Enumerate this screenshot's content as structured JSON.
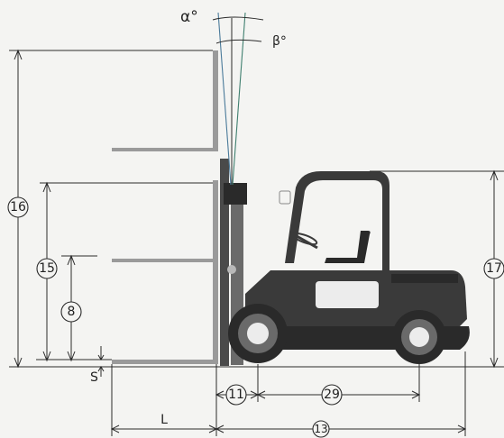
{
  "labels": {
    "alpha": "α°",
    "beta": "β°",
    "s": "S",
    "l": "L",
    "c16": "16",
    "c15": "15",
    "c8": "8",
    "c17": "17",
    "c11": "11",
    "c29": "29",
    "c13": "13"
  },
  "colors": {
    "background": "#f4f4f2",
    "ink": "#2b2b2b",
    "truck": "#3a3a3a",
    "fork": "#9a9a9a",
    "tilt_blue": "#4a7a9a",
    "tilt_green": "#3f7f6f"
  }
}
